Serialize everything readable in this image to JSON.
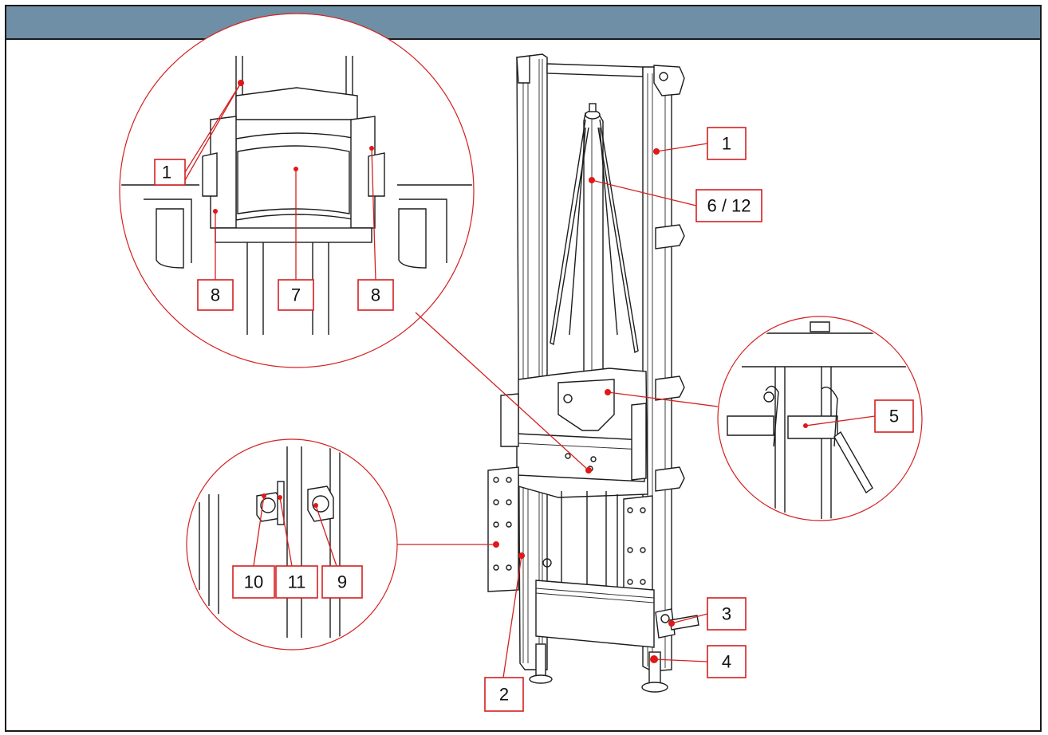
{
  "header": {
    "color": "#6e8fa5"
  },
  "callouts": {
    "c1": "1",
    "c2": "2",
    "c3": "3",
    "c4": "4",
    "c5": "5",
    "c6": "6 / 12",
    "c7": "7",
    "c8a": "8",
    "c8b": "8",
    "c9": "9",
    "c10": "10",
    "c11": "11",
    "c1_detail": "1"
  },
  "colors": {
    "callout": "#d42020",
    "ink": "#1c1c1c"
  }
}
